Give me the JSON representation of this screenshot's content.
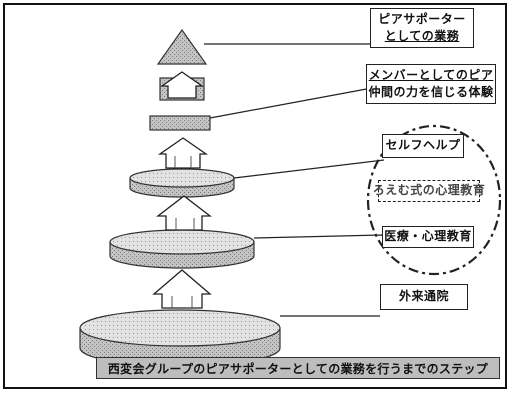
{
  "labels": {
    "peer_supporter_work": [
      "ピアサポーター",
      "としての業務"
    ],
    "peer_trust_experience": [
      "メンバーとしてのピア",
      "仲間の力を信じる体験"
    ],
    "self_help": "セルフヘルプ",
    "faint_education": "ろえむ式の心理教育",
    "medical_education": "医療・心理教育",
    "outpatient": "外来通院"
  },
  "caption": "西変会グループのピアサポーターとしての業務を行うまでのステップ",
  "colors": {
    "shape_fill": "#c4c4c4",
    "shape_top": "#e2e2e2",
    "caption_bg": "#bdbdbd",
    "stroke": "#222222"
  }
}
